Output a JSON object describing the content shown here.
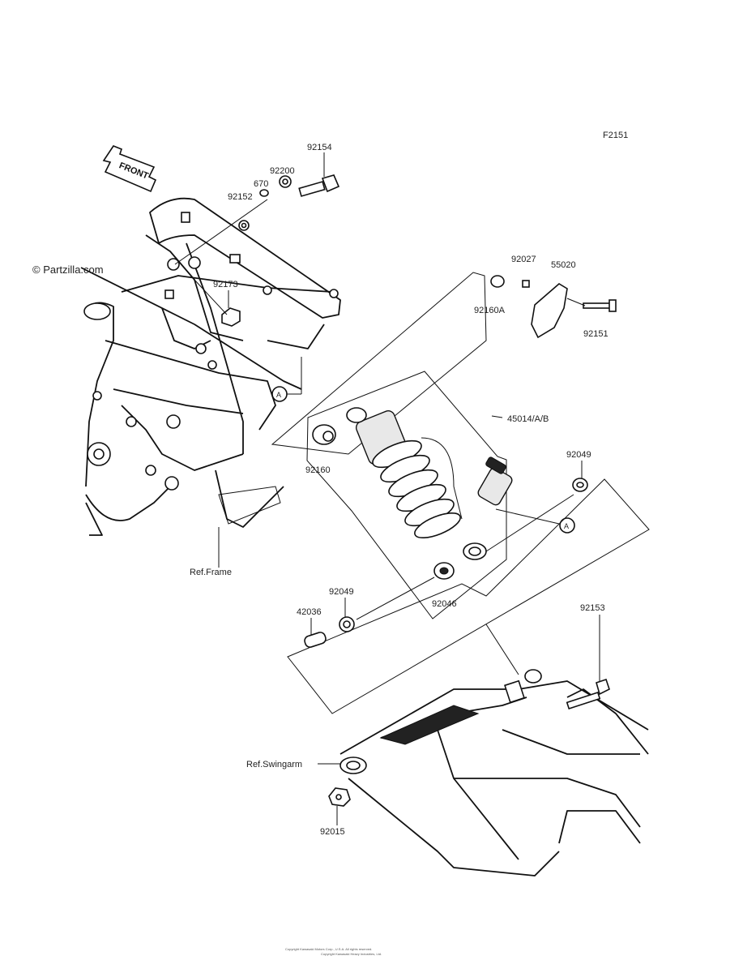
{
  "diagram": {
    "figure_id": "F2151",
    "watermark": "© Partzilla.com",
    "front_marker": "FRONT",
    "callout_symbol": "A",
    "footer_line1": "Copyright Kawasaki Motors Corp., U.S.A. All rights reserved.",
    "footer_line2": "Copyright Kawasaki Heavy Industries, Ltd.",
    "references": {
      "frame": "Ref.Frame",
      "swingarm": "Ref.Swingarm"
    },
    "parts": {
      "p92154": "92154",
      "p92200": "92200",
      "p670": "670",
      "p92152": "92152",
      "p92173": "92173",
      "p92027": "92027",
      "p55020": "55020",
      "p92160A": "92160A",
      "p92151": "92151",
      "p45014": "45014/A/B",
      "p92049a": "92049",
      "p92160": "92160",
      "p92049b": "92049",
      "p42036": "42036",
      "p92046": "92046",
      "p92153": "92153",
      "p92015": "92015"
    }
  }
}
